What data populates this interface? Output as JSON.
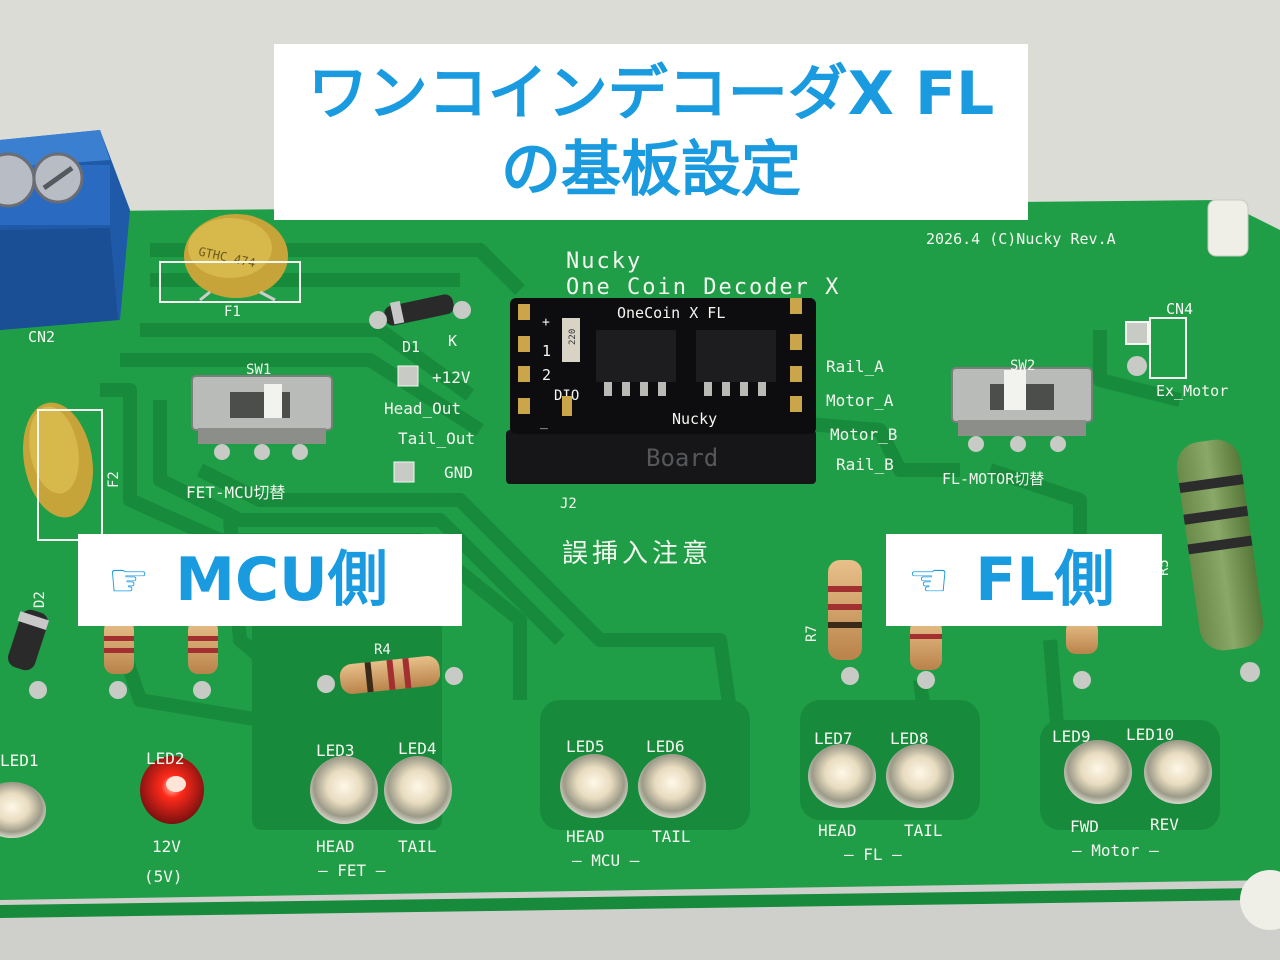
{
  "callouts": {
    "title_line1": "ワンコインデコーダX FL",
    "title_line2": "の基板設定",
    "mcu_side": "MCU側",
    "mcu_hand_icon": "☞",
    "fl_side": "FL側",
    "fl_hand_icon": "☜"
  },
  "silkscreen": {
    "copyright": "2026.4 (C)Nucky Rev.A",
    "brand": "Nucky",
    "product": "One Coin Decoder X",
    "module_name": "OneCoin X FL",
    "module_maker": "Nucky",
    "module_plus": "+",
    "module_pin1": "1",
    "module_pin2": "2",
    "module_dio": "DIO",
    "module_minus": "_",
    "module_chip_mark": "220",
    "board_label": "Board",
    "j2": "J2",
    "caution": "誤挿入注意",
    "cn2": "CN2",
    "cn4": "CN4",
    "ex_motor": "Ex_Motor",
    "f1": "F1",
    "f2": "F2",
    "cap_mark": "GTHC 474",
    "d1": "D1",
    "d1_k": "K",
    "d2": "D2",
    "plus12v": "+12V",
    "head_out": "Head_Out",
    "tail_out": "Tail_Out",
    "gnd": "GND",
    "rail_a": "Rail_A",
    "motor_a": "Motor_A",
    "motor_b": "Motor_B",
    "rail_b": "Rail_B",
    "sw1": "SW1",
    "sw1_label": "FET-MCU切替",
    "sw2": "SW2",
    "sw2_label": "FL-MOTOR切替",
    "r4": "R4",
    "r5": "R5",
    "r7": "R7",
    "led1": "LED1",
    "led2": "LED2",
    "led3": "LED3",
    "led4": "LED4",
    "led5": "LED5",
    "led6": "LED6",
    "led7": "LED7",
    "led8": "LED8",
    "led9": "LED9",
    "led10": "LED10",
    "led2_sub": "12V",
    "led2_sub2": "(5V)",
    "head": "HEAD",
    "tail": "TAIL",
    "fwd": "FWD",
    "rev": "REV",
    "group_fet": "— FET —",
    "group_mcu": "— MCU —",
    "group_fl": "— FL —",
    "group_motor": "— Motor —"
  },
  "colors": {
    "pcb": "#1f9e47",
    "silk": "#f4f6f0",
    "accent": "#1a9be0",
    "led_red": "#ff2a1a"
  }
}
